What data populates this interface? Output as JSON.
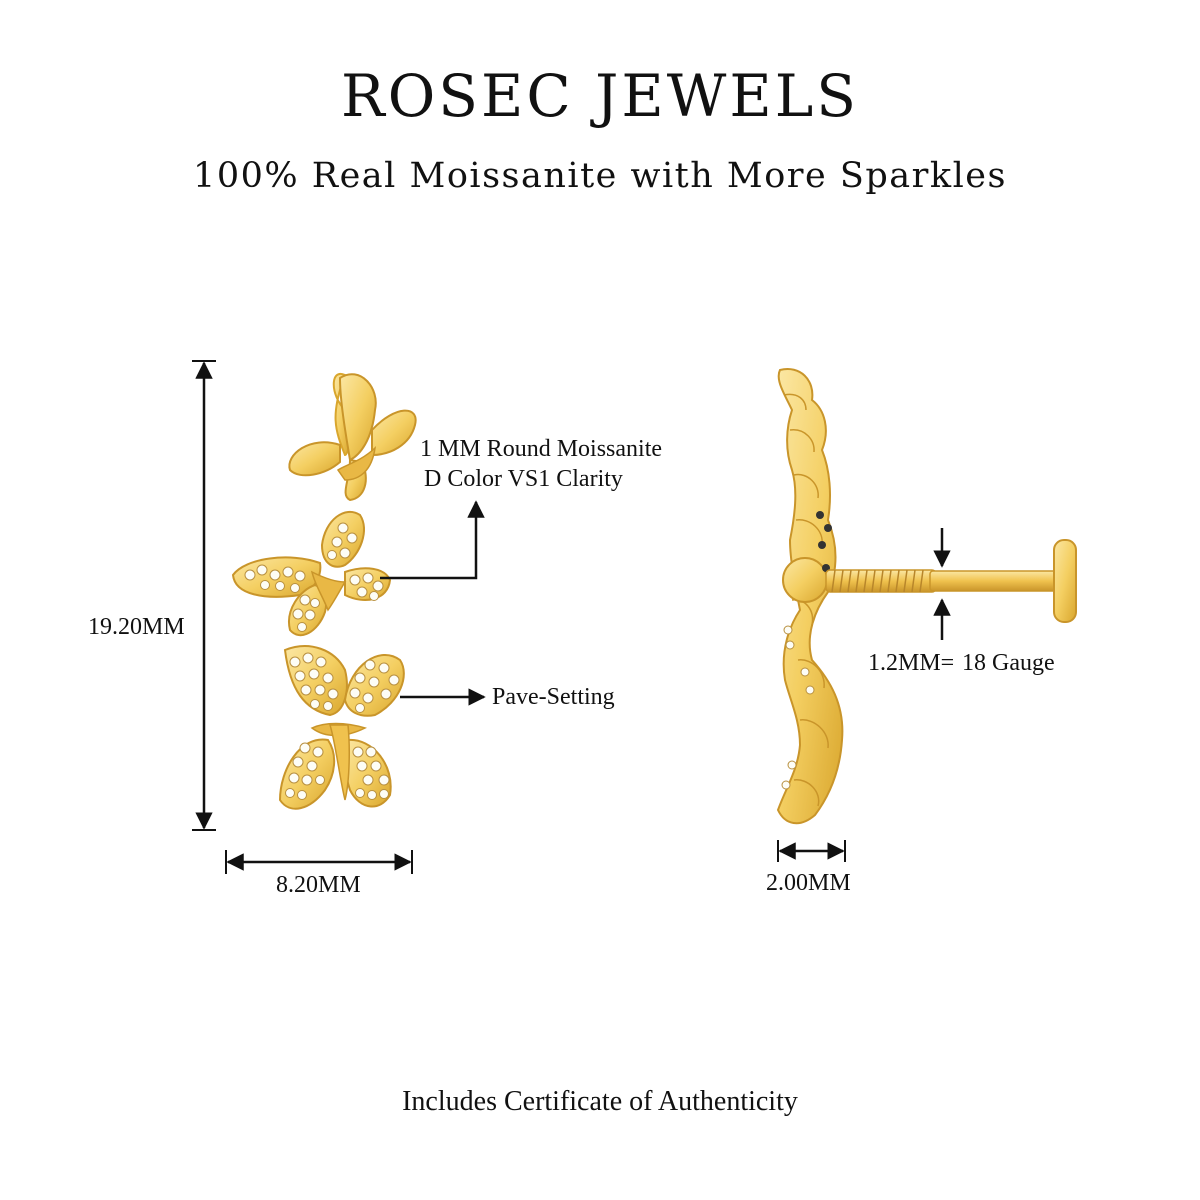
{
  "header": {
    "brand": "ROSEC JEWELS",
    "tagline": "100% Real Moissanite with More Sparkles"
  },
  "front_view": {
    "height_label": "19.20MM",
    "width_label": "8.20MM",
    "stone_label_line1": "1 MM Round Moissanite",
    "stone_label_line2": "D Color VS1 Clarity",
    "setting_label": "Pave-Setting"
  },
  "side_view": {
    "depth_label": "2.00MM",
    "gauge_label_mm": "1.2MM=",
    "gauge_label_gauge": "18 Gauge"
  },
  "footer": {
    "note": "Includes Certificate of Authenticity"
  },
  "colors": {
    "gold": "#f4cf62",
    "gold_dark": "#d9a62d",
    "gold_light": "#fbe7a4",
    "stone": "#fdfdf6",
    "line": "#111111"
  }
}
